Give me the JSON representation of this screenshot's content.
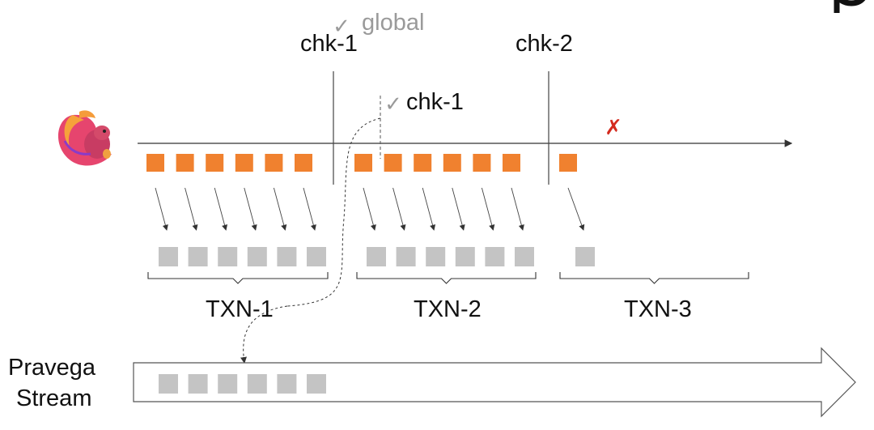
{
  "checkpoints": {
    "first": "chk-1",
    "second": "chk-2",
    "global_ack": "global",
    "local_ack": "chk-1"
  },
  "transactions": [
    "TXN-1",
    "TXN-2",
    "TXN-3"
  ],
  "stream": {
    "label_line1": "Pravega",
    "label_line2": "Stream"
  },
  "groups": [
    {
      "txn": "TXN-1",
      "events": 6
    },
    {
      "txn": "TXN-2",
      "events": 6
    },
    {
      "txn": "TXN-3",
      "events": 1
    }
  ],
  "committed_events": 6,
  "colors": {
    "event": "#f0812f",
    "txn_event": "#c4c4c4",
    "stream_event": "#c4c4c4",
    "ack_check": "#9a9a9a",
    "failure": "#d42a1e",
    "line": "#333333"
  },
  "icons": {
    "logo": "flink-squirrel-logo",
    "check": "check-mark-icon",
    "fail": "x-mark-icon"
  }
}
